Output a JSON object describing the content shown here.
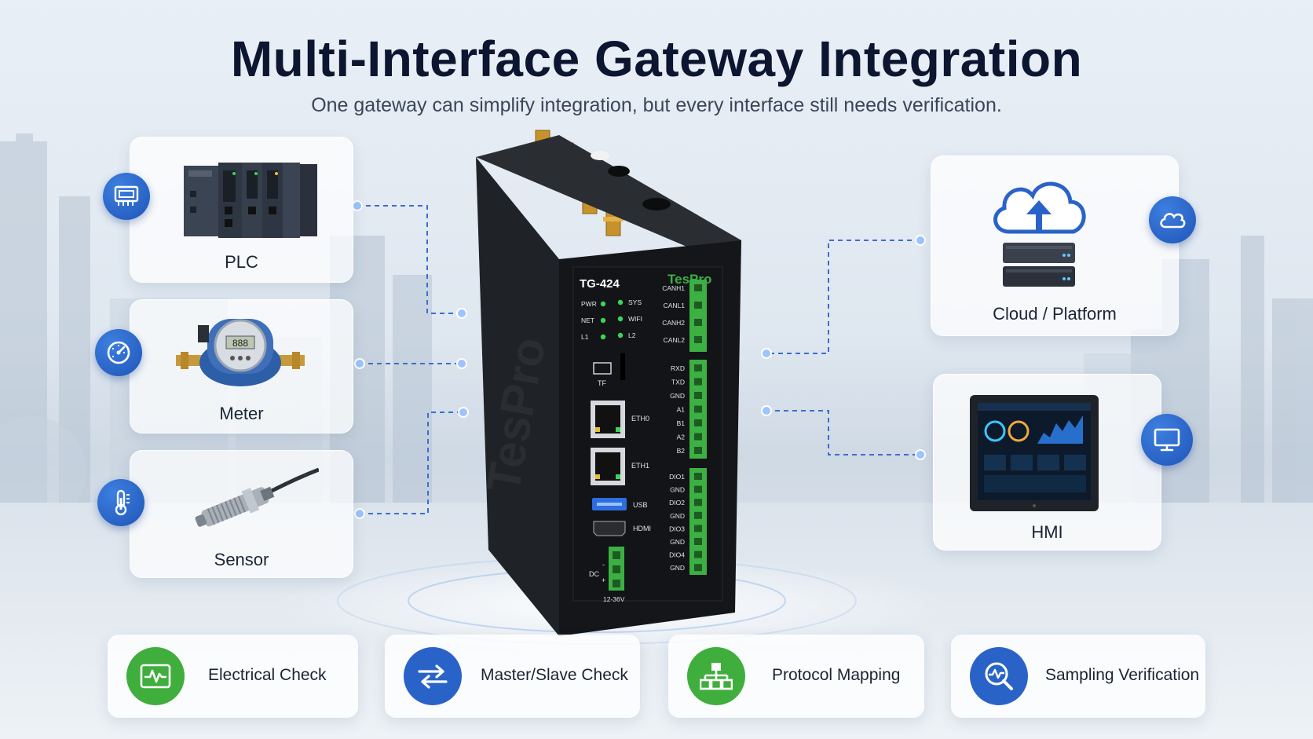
{
  "header": {
    "title": "Multi-Interface Gateway Integration",
    "subtitle": "One gateway can simplify integration, but every interface still needs verification."
  },
  "devices": {
    "plc": "PLC",
    "meter": "Meter",
    "sensor": "Sensor",
    "cloud": "Cloud / Platform",
    "hmi": "HMI"
  },
  "gateway": {
    "model": "TG-424",
    "brand": "TesPro",
    "leds_left": [
      "PWR",
      "NET",
      "L1"
    ],
    "leds_right": [
      "SYS",
      "WIFI",
      "L2"
    ],
    "slot": "TF",
    "eth0": "ETH0",
    "eth1": "ETH1",
    "usb": "USB",
    "hdmi": "HDMI",
    "dc": "DC",
    "dc_minus": "-",
    "dc_plus": "+",
    "voltage": "12-36V",
    "can_pins": [
      "CANH1",
      "CANL1",
      "CANH2",
      "CANL2"
    ],
    "serial_pins": [
      "RXD",
      "TXD",
      "GND",
      "A1",
      "B1",
      "A2",
      "B2"
    ],
    "dio_pins": [
      "DIO1",
      "GND",
      "DIO2",
      "GND",
      "DIO3",
      "GND",
      "DIO4",
      "GND"
    ]
  },
  "meter_display": "888",
  "checks": [
    {
      "label": "Electrical Check",
      "icon": "waveform-icon",
      "color": "#3fae3c"
    },
    {
      "label": "Master/Slave Check",
      "icon": "swap-arrows-icon",
      "color": "#2a63c8"
    },
    {
      "label": "Protocol Mapping",
      "icon": "hierarchy-icon",
      "color": "#3fae3c"
    },
    {
      "label": "Sampling Verification",
      "icon": "magnifier-pulse-icon",
      "color": "#2a63c8"
    }
  ],
  "colors": {
    "accent_blue": "#2a63c8",
    "accent_green": "#3fae3c",
    "title": "#0c1630",
    "connector": "#3b6fd0",
    "terminal": "#3cb043"
  }
}
